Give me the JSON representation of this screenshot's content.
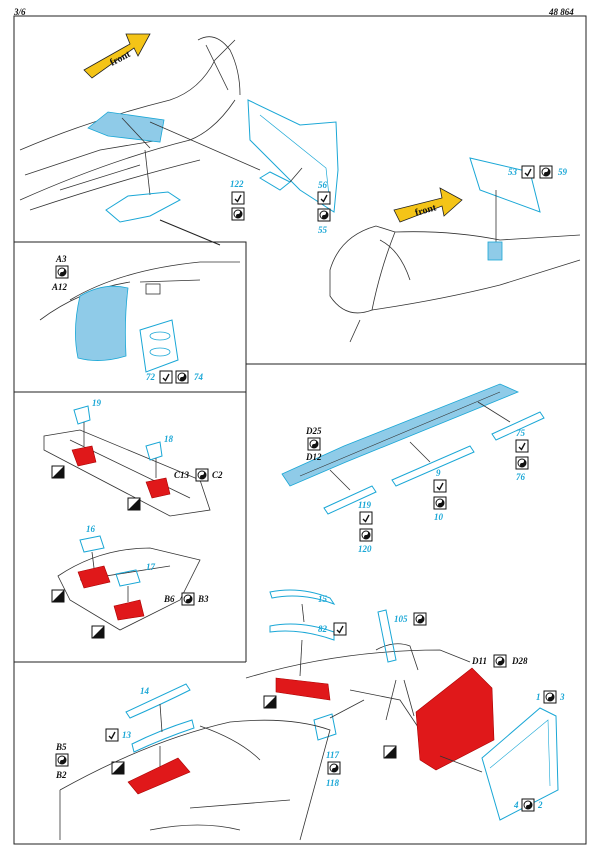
{
  "header": {
    "page": "3/6",
    "set_number": "48 864"
  },
  "arrows": {
    "front_a": "front",
    "front_b": "front"
  },
  "labels": {
    "p122": "122",
    "p56": "56",
    "p55": "55",
    "p53": "53",
    "p59": "59",
    "a3": "A3",
    "a12": "A12",
    "p72": "72",
    "p74": "74",
    "p19": "19",
    "p18": "18",
    "c13": "C13",
    "c2": "C2",
    "p16": "16",
    "p17": "17",
    "b6": "B6",
    "b3": "B3",
    "d25": "D25",
    "d12": "D12",
    "p75": "75",
    "p76": "76",
    "p9": "9",
    "p10": "10",
    "p119": "119",
    "p120": "120",
    "p15": "15",
    "p82": "82",
    "p105": "105",
    "d11": "D11",
    "d28": "D28",
    "p1": "1",
    "p3": "3",
    "p4": "4",
    "p2": "2",
    "p14": "14",
    "p13": "13",
    "b5": "B5",
    "b2": "B2",
    "p117": "117",
    "p118": "118"
  },
  "colors": {
    "etch": "#1aa7d6",
    "fill_blue": "#8fcbe8",
    "red": "#e0181a",
    "line": "#222222"
  },
  "icons": {
    "bend": "bend-icon",
    "cement": "cement-icon",
    "paint": "paint-icon"
  }
}
